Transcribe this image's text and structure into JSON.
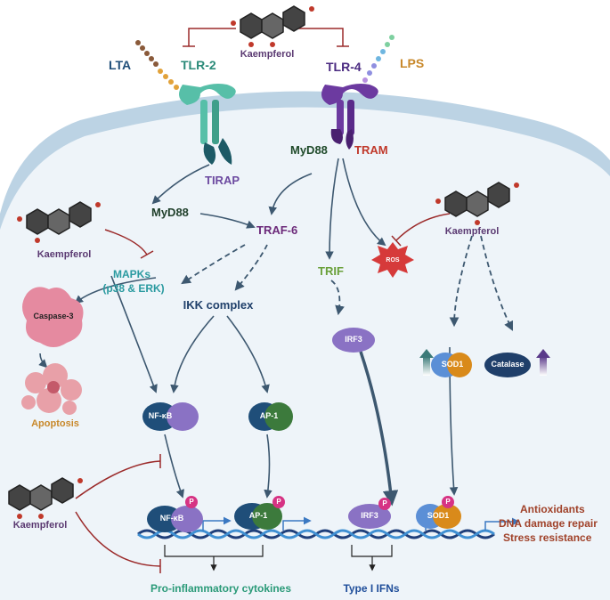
{
  "molecules": {
    "kaempferol_top": "Kaempferol",
    "kaempferol_left": "Kaempferol",
    "kaempferol_right": "Kaempferol",
    "kaempferol_bottom": "Kaempferol"
  },
  "ligands": {
    "lta": "LTA",
    "lps": "LPS"
  },
  "receptors": {
    "tlr2": "TLR-2",
    "tlr4": "TLR-4"
  },
  "adaptors": {
    "tirap": "TIRAP",
    "myd88_left": "MyD88",
    "myd88_right": "MyD88",
    "tram": "TRAM",
    "traf6": "TRAF-6",
    "trif": "TRIF"
  },
  "signaling": {
    "mapks_line1": "MAPKs",
    "mapks_line2": "(p38 & ERK)",
    "ikk": "IKK complex",
    "ros": "ROS"
  },
  "proteins": {
    "caspase3": "Caspase-3",
    "nfkb": "NF-κB",
    "ap1": "AP-1",
    "irf3": "IRF3",
    "sod1": "SOD1",
    "catalase": "Catalase",
    "phospho": "P"
  },
  "outcomes": {
    "apoptosis": "Apoptosis",
    "proinflammatory": "Pro-inflammatory cytokines",
    "type1_ifns": "Type I IFNs",
    "antioxidants": "Antioxidants",
    "dna_repair": "DNA damage repair",
    "stress": "Stress resistance"
  },
  "colors": {
    "membrane": "#bcd3e4",
    "cytoplasm": "#eef4f9",
    "arrow": "#3d5870",
    "inhibit": "#9b2a2a",
    "tlr2": "#57bfa8",
    "tlr4": "#6c3aa0",
    "nfkb_blue": "#1f4e79",
    "nfkb_purple": "#8a72c4",
    "ap1_green": "#3c7a3c",
    "sod1_orange": "#d98a1a",
    "sod1_blue": "#5b8fd6",
    "caspase": "#e58aa0",
    "phospho": "#d63384"
  }
}
